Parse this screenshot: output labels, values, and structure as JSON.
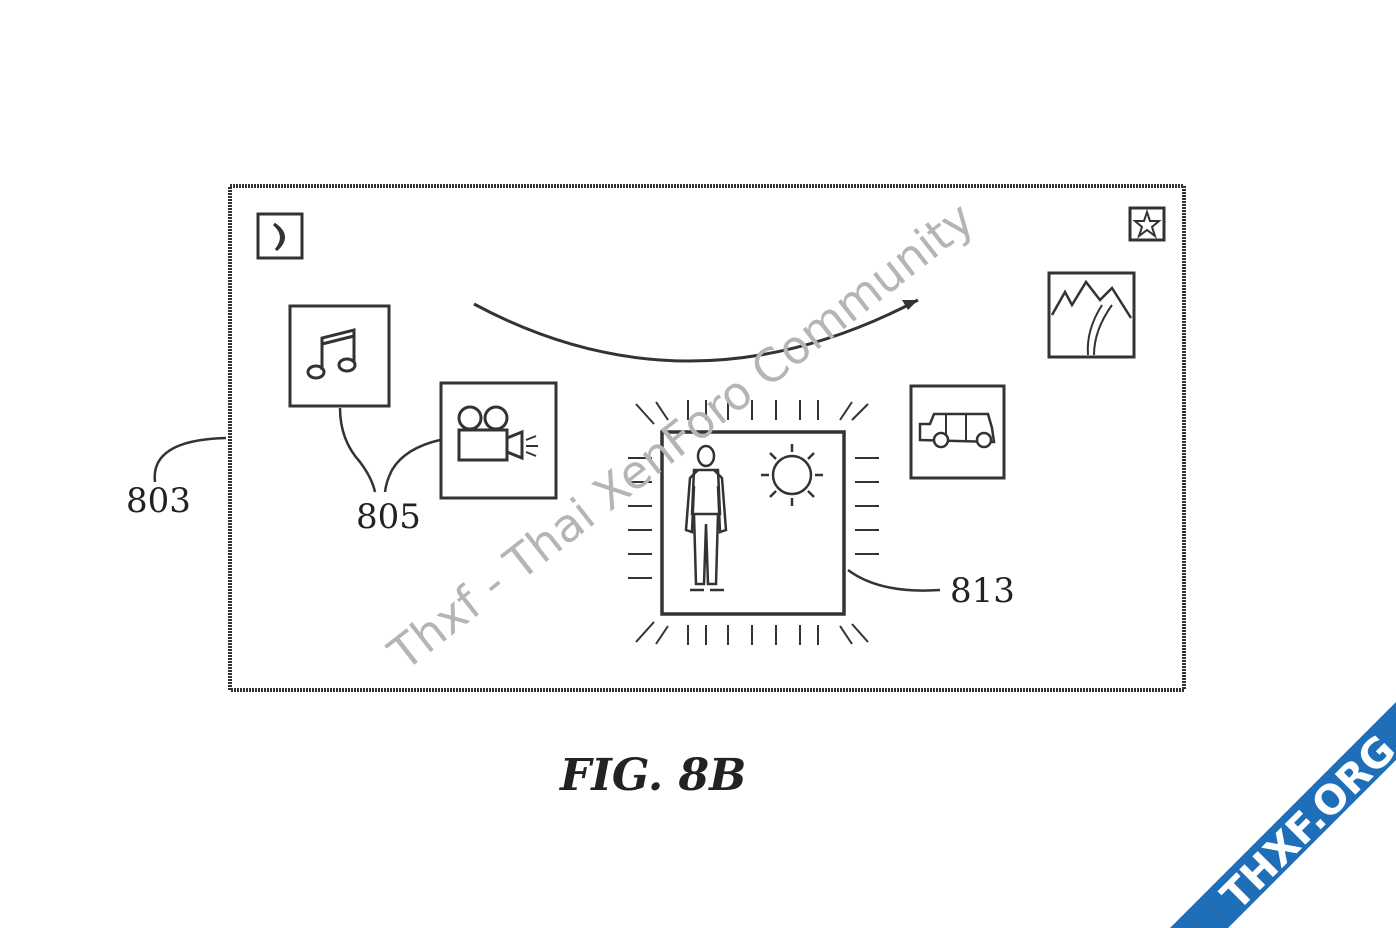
{
  "figure": {
    "caption": "FIG. 8B",
    "reference_numerals": {
      "screen": "803",
      "icons": "805",
      "selected_item": "813"
    },
    "icons": [
      "moon-icon",
      "star-icon",
      "music-note-icon",
      "video-camera-icon",
      "mountain-landscape-icon",
      "jeep-vehicle-icon",
      "sun-icon",
      "person-figure-icon"
    ]
  },
  "watermark": {
    "text": "Thxf - Thai XenForo Community"
  },
  "corner_banner": {
    "text": "THXF.ORG",
    "color": "#1e6fb8",
    "accent": "#f28c28"
  }
}
